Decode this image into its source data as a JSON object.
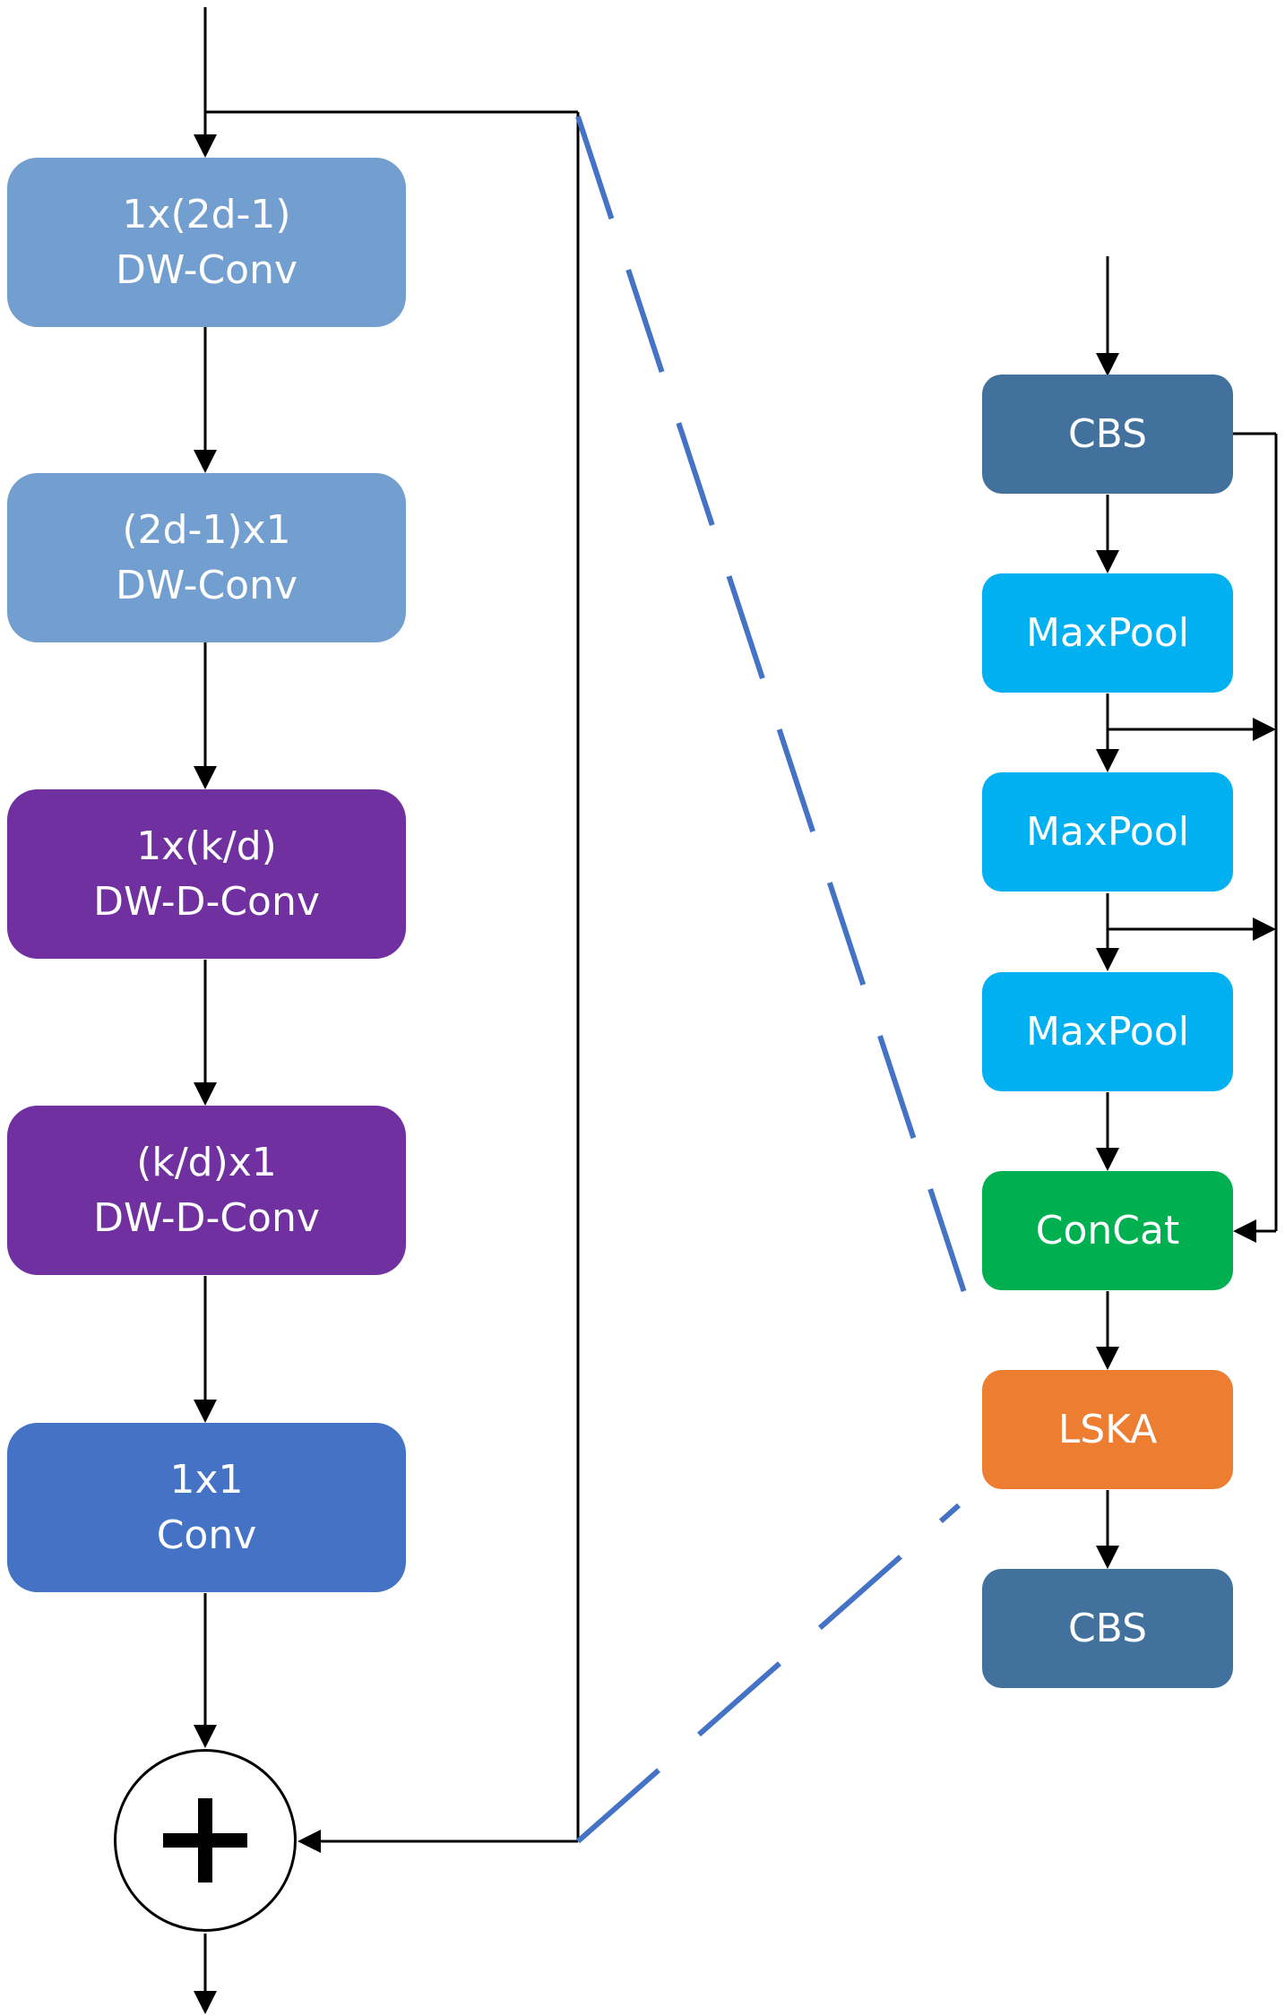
{
  "left_branch": {
    "blocks": [
      {
        "line1": "1x(2d-1)",
        "line2": "DW-Conv",
        "color": "#729fcf"
      },
      {
        "line1": "(2d-1)x1",
        "line2": "DW-Conv",
        "color": "#729fcf"
      },
      {
        "line1": "1x(k/d)",
        "line2": "DW-D-Conv",
        "color": "#7030a0"
      },
      {
        "line1": "(k/d)x1",
        "line2": "DW-D-Conv",
        "color": "#7030a0"
      },
      {
        "line1": "1x1",
        "line2": "Conv",
        "color": "#4472c4"
      }
    ],
    "sum_symbol": "plus"
  },
  "right_branch": {
    "blocks": [
      {
        "label": "CBS",
        "color": "#41719c"
      },
      {
        "label": "MaxPool",
        "color": "#00b0f0"
      },
      {
        "label": "MaxPool",
        "color": "#00b0f0"
      },
      {
        "label": "MaxPool",
        "color": "#00b0f0"
      },
      {
        "label": "ConCat",
        "color": "#00b050"
      },
      {
        "label": "LSKA",
        "color": "#ed7d31"
      },
      {
        "label": "CBS",
        "color": "#41719c"
      }
    ]
  },
  "colors": {
    "arrow": "#000000",
    "dashed_connector": "#4472c4"
  }
}
